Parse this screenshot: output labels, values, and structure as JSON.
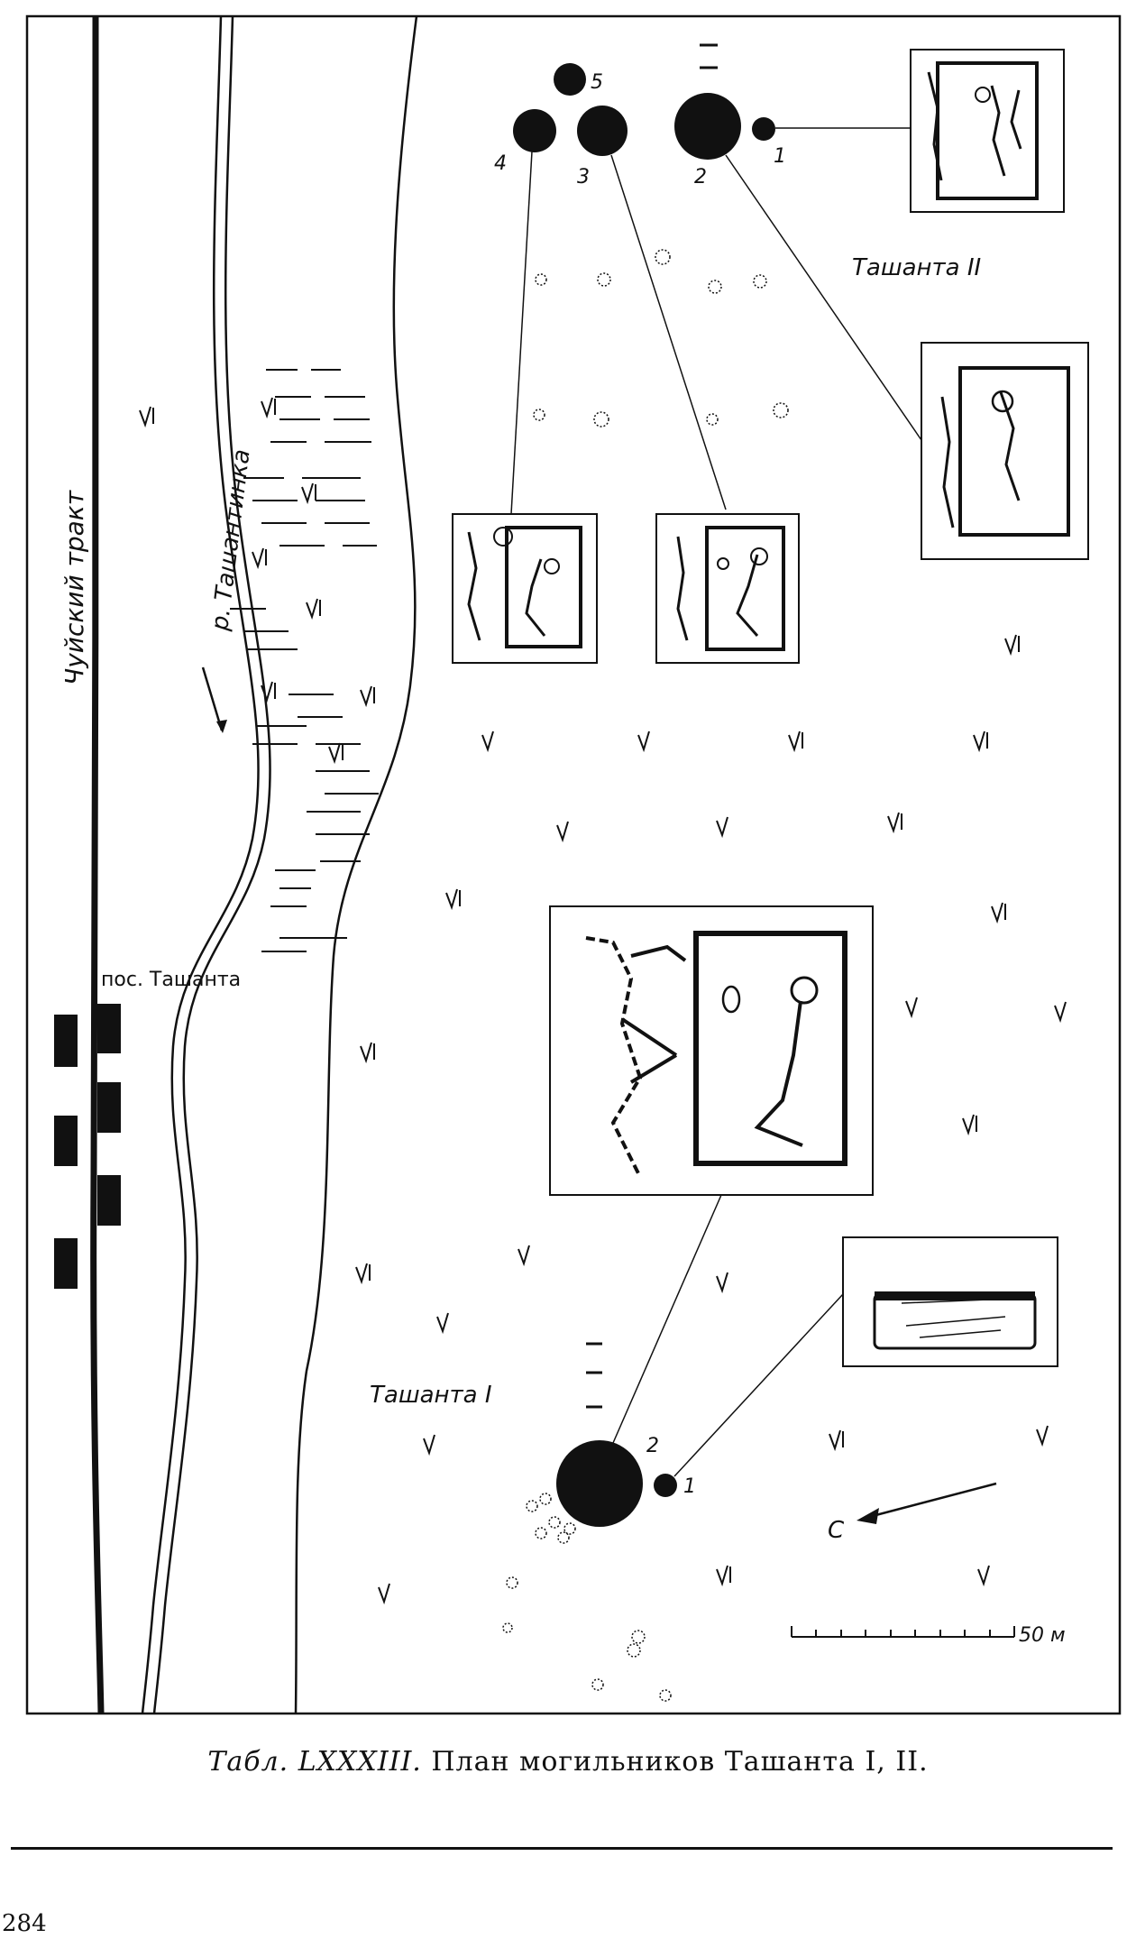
{
  "map": {
    "labels": {
      "road": "Чуйский тракт",
      "river": "р. Ташантинка",
      "village": "пос. Ташанта",
      "site_2": "Ташанта II",
      "site_1": "Ташанта I",
      "north": "С",
      "scale": "50 м"
    },
    "site_2_mounds": [
      "1",
      "2",
      "3",
      "4",
      "5"
    ],
    "site_1_mounds": [
      "1",
      "2"
    ]
  },
  "caption": {
    "prefix": "Табл. LXXXIII.",
    "text": "План могильников Ташанта I, II."
  },
  "page_number": "284"
}
